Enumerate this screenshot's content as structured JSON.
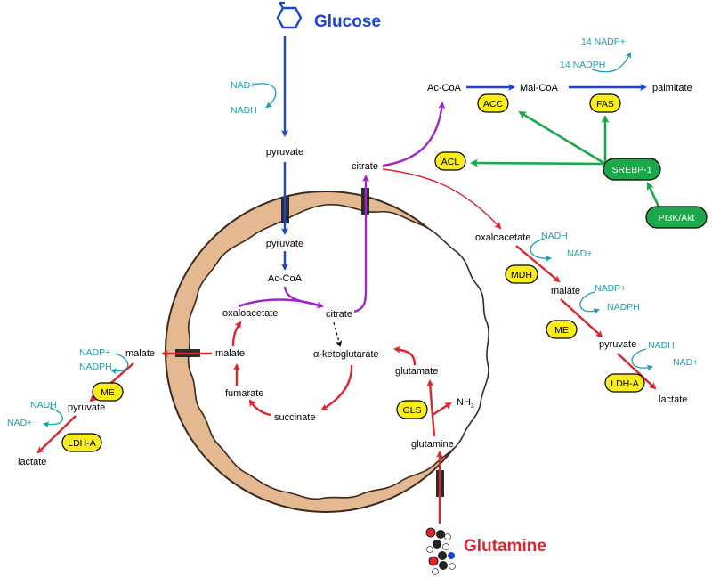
{
  "titles": {
    "glucose": "Glucose",
    "glutamine": "Glutamine"
  },
  "cytosol_left": {
    "nad_plus": "NAD+",
    "nadh": "NADH",
    "pyruvate": "pyruvate",
    "malate": "malate",
    "nadp_plus": "NADP+",
    "nadph": "NADPH",
    "me": "ME",
    "pyruvate2": "pyruvate",
    "nadh2": "NADH",
    "nad_plus2": "NAD+",
    "ldha": "LDH-A",
    "lactate": "lactate"
  },
  "mito": {
    "pyruvate": "pyruvate",
    "acetyl_coa": "Ac-CoA",
    "citrate": "citrate",
    "oxaloacetate": "oxaloacetate",
    "malate": "malate",
    "fumarate": "fumarate",
    "succinate": "succinate",
    "akg": "α-ketoglutarate",
    "glutamate": "glutamate",
    "gls": "GLS",
    "nh3": "NH",
    "nh3_sub": "3",
    "glutamine": "glutamine"
  },
  "lipogenesis": {
    "citrate": "citrate",
    "acl": "ACL",
    "acetyl_coa": "Ac-CoA",
    "acc": "ACC",
    "malonyl_coa": "Mal-CoA",
    "fas": "FAS",
    "nadph": "14 NADPH",
    "nadp_plus": "14 NADP+",
    "palmitate": "palmitate",
    "srebp": "SREBP-1",
    "pi3k": "PI3K/Akt"
  },
  "cytosol_right": {
    "oxaloacetate": "oxaloacetate",
    "nadh": "NADH",
    "nad_plus": "NAD+",
    "mdh": "MDH",
    "malate": "malate",
    "nadp_plus": "NADP+",
    "nadph": "NADPH",
    "me": "ME",
    "pyruvate": "pyruvate",
    "nadh2": "NADH",
    "nad_plus2": "NAD+",
    "ldha": "LDH-A",
    "lactate": "lactate"
  },
  "colors": {
    "glucose_blue": "#1c45d6",
    "glutamine_red": "#e0242e",
    "citrate_purple": "#a126c9",
    "regulation_green": "#1aa84a",
    "cofactor_teal": "#1a9fb0",
    "enzyme_yellow": "#f8ec1a",
    "membrane_tan": "#e4b891",
    "transporter": "#2a2a2a"
  }
}
